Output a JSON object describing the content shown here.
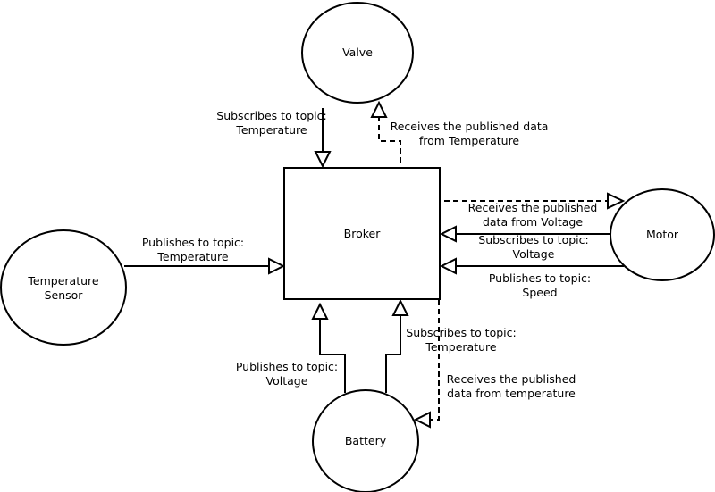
{
  "nodes": {
    "valve": "Valve",
    "broker": "Broker",
    "motor": "Motor",
    "battery": "Battery",
    "sensor": [
      "Temperature",
      "Sensor"
    ]
  },
  "edges": {
    "valve_sub": [
      "Subscribes to topic:",
      "Temperature"
    ],
    "valve_recv": [
      "Receives the published data",
      "from Temperature"
    ],
    "motor_recv": [
      "Receives the published",
      "data from Voltage"
    ],
    "motor_sub": [
      "Subscribes to topic:",
      "Voltage"
    ],
    "motor_pub": [
      "Publishes to topic:",
      "Speed"
    ],
    "sensor_pub": [
      "Publishes to topic:",
      "Temperature"
    ],
    "battery_pub": [
      "Publishes to topic:",
      "Voltage"
    ],
    "battery_sub": [
      "Subscribes to topic:",
      "Temperature"
    ],
    "battery_recv": [
      "Receives the published",
      "data from temperature"
    ]
  }
}
